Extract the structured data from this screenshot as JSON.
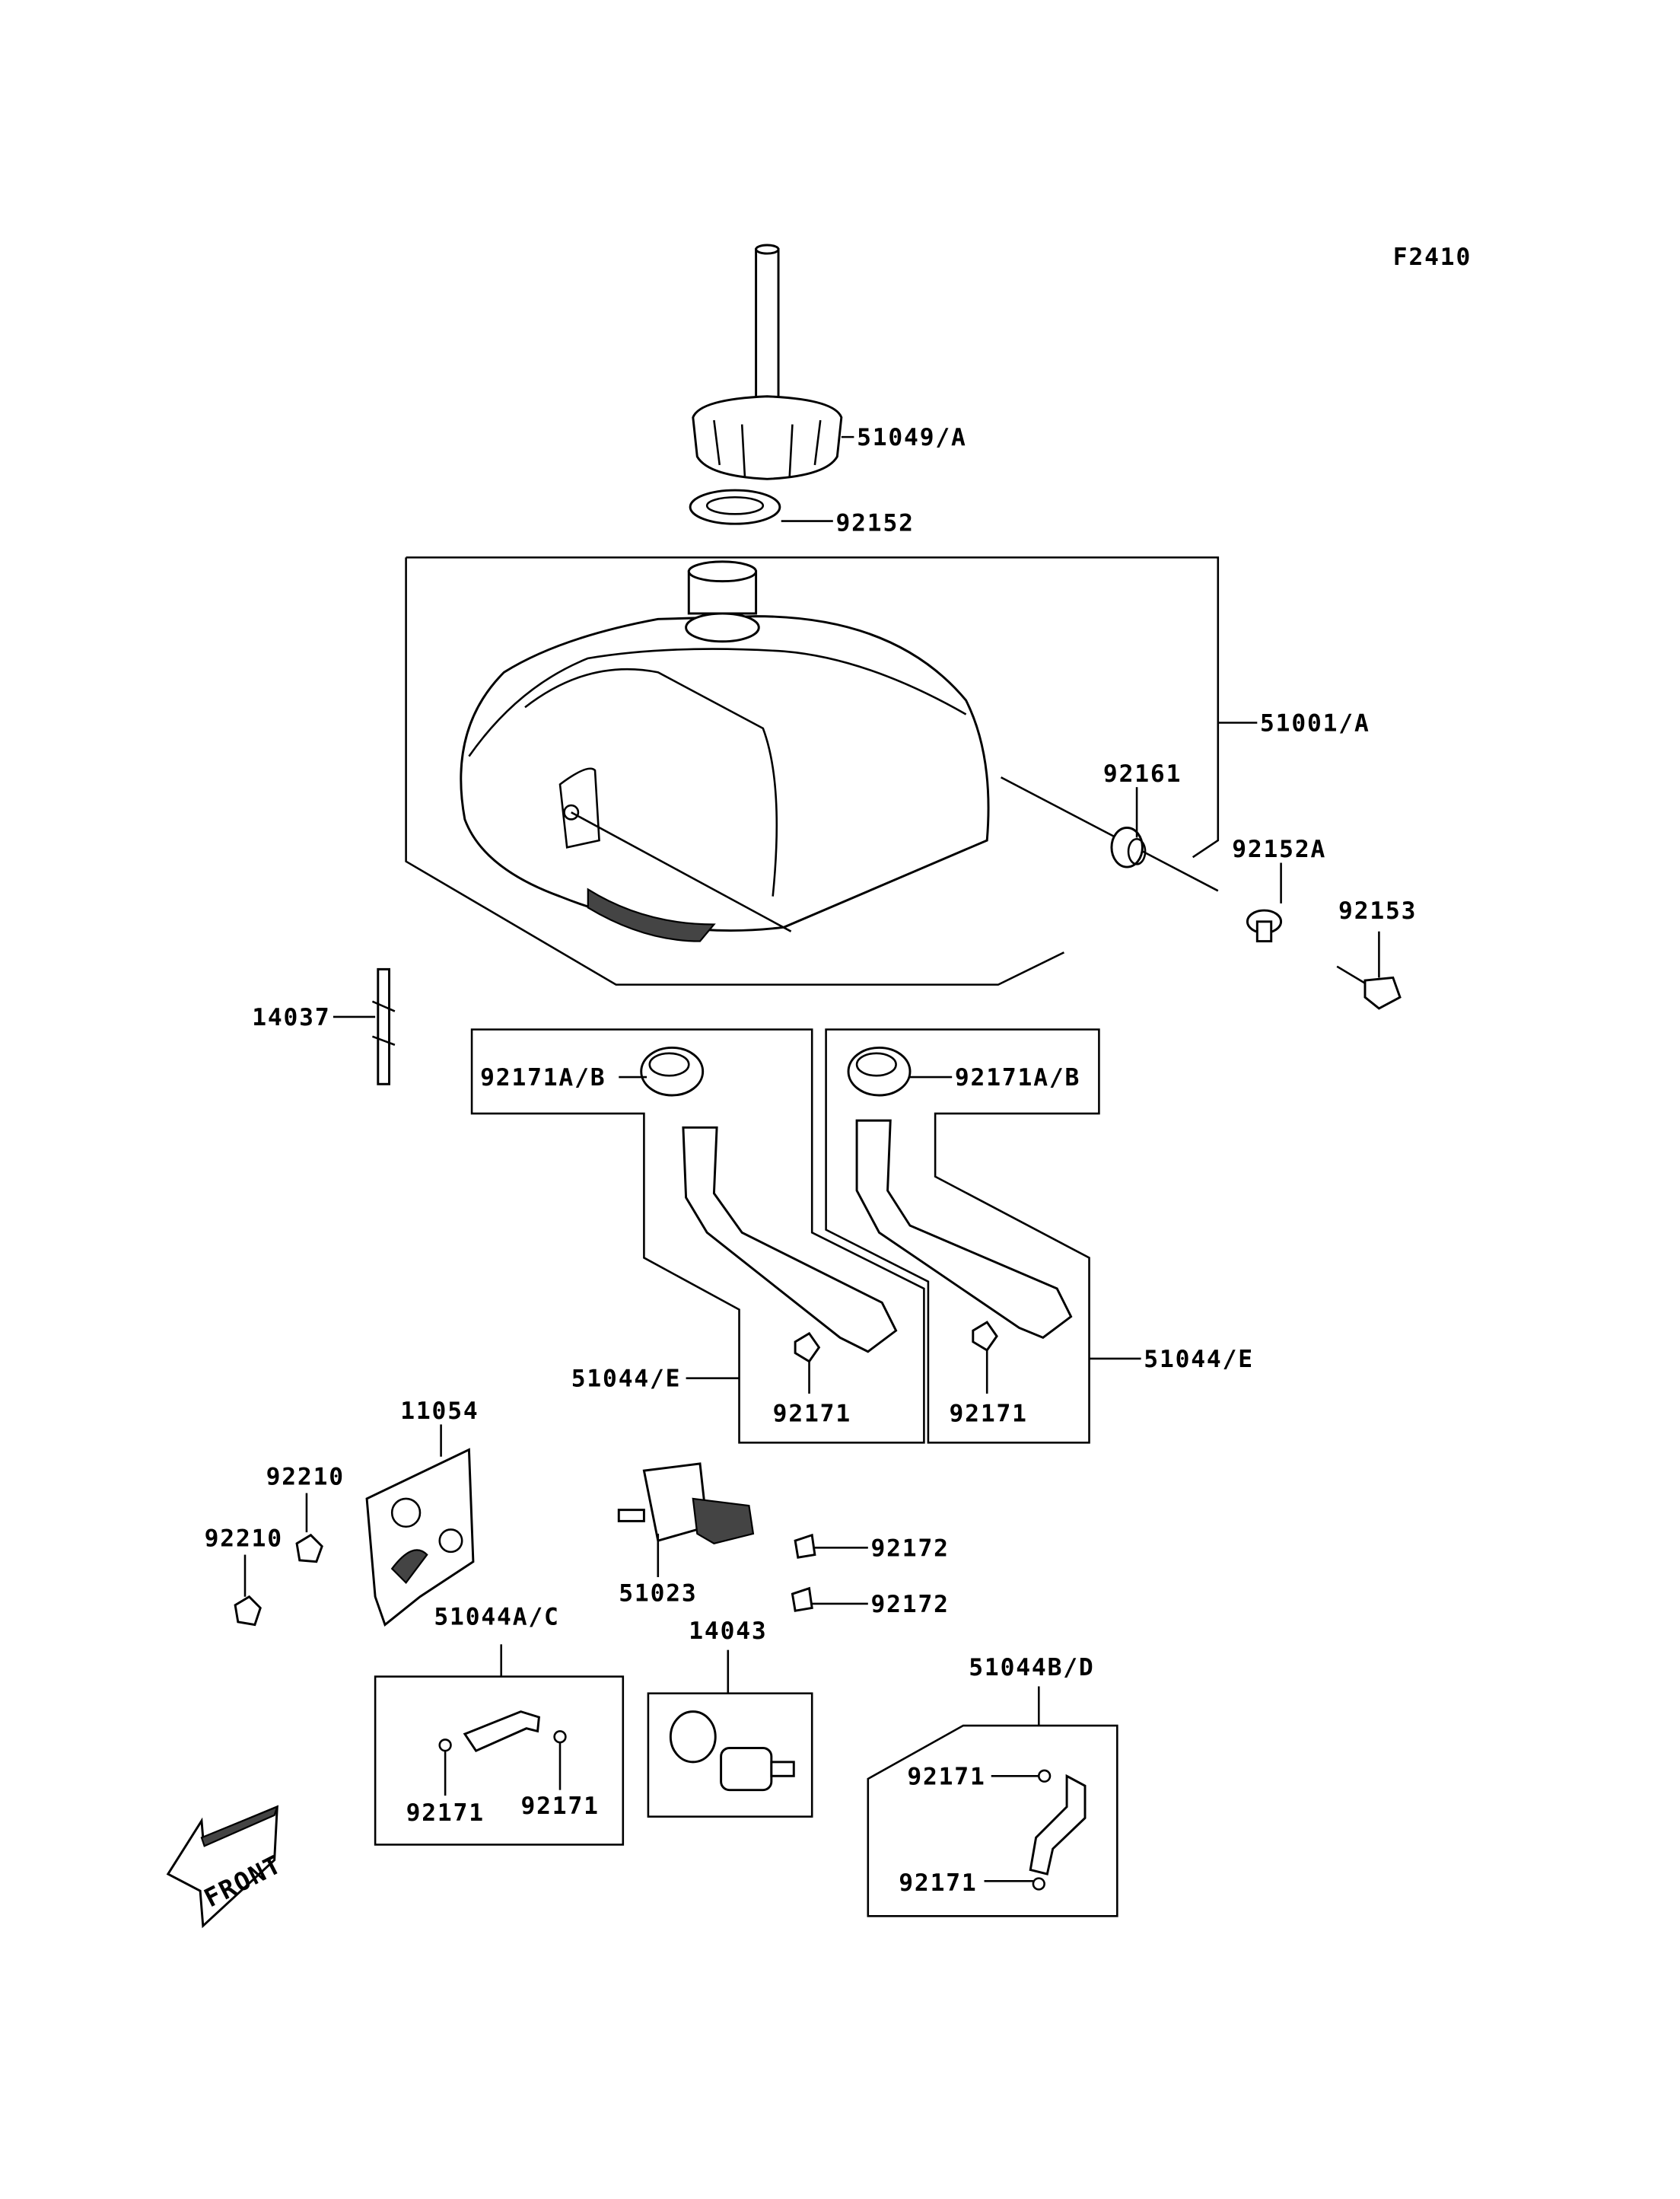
{
  "diagram_code": "F2410",
  "labels": {
    "cap": "51049/A",
    "cap_gasket": "92152",
    "tank": "51001/A",
    "damper_92161": "92161",
    "collar": "92152A",
    "bolt": "92153",
    "clamp_14037": "14037",
    "clamp_left": "92171A/B",
    "clamp_right": "92171A/B",
    "hose_left": "51044/E",
    "hose_right": "51044/E",
    "clip_left": "92171",
    "clip_right": "92171",
    "bracket": "11054",
    "nut_upper": "92210",
    "nut_lower": "92210",
    "cock": "51023",
    "screw_upper": "92172",
    "screw_lower": "92172",
    "hose_ac": "51044A/C",
    "hose_ac_clip1": "92171",
    "hose_ac_clip2": "92171",
    "filter": "14043",
    "hose_bd": "51044B/D",
    "hose_bd_clip1": "92171",
    "hose_bd_clip2": "92171"
  },
  "front_arrow": "FRONT"
}
